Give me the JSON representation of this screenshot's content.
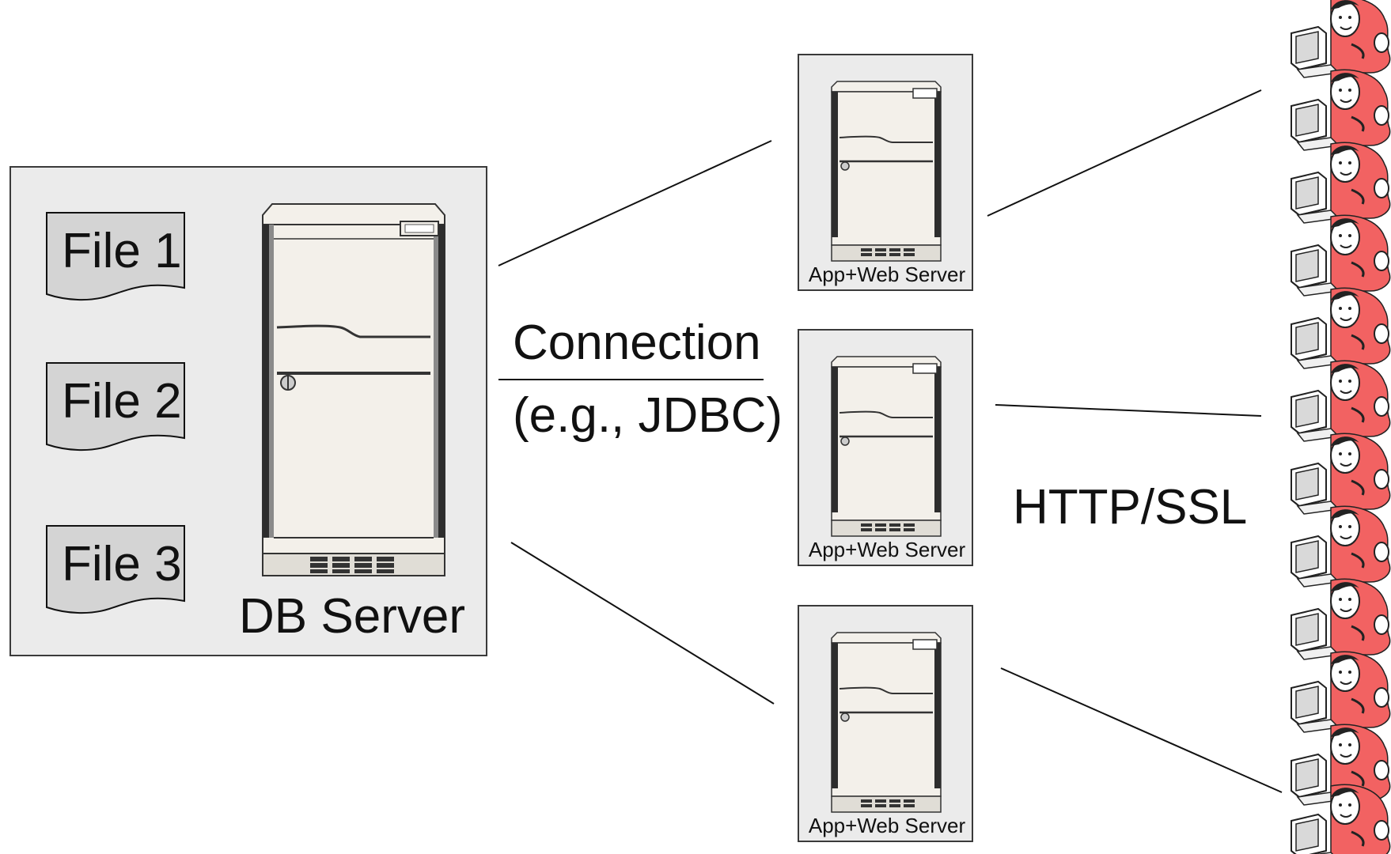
{
  "db_box": {
    "files": [
      "File 1",
      "File 2",
      "File 3"
    ],
    "server_label": "DB Server"
  },
  "connection": {
    "line1": "Connection",
    "line2": "(e.g., JDBC)"
  },
  "app_servers": [
    {
      "label": "App+Web Server"
    },
    {
      "label": "App+Web Server"
    },
    {
      "label": "App+Web Server"
    }
  ],
  "protocol_label": "HTTP/SSL",
  "colors": {
    "panel_bg": "#ebebeb",
    "server_body": "#f3f0ea",
    "client_red": "#f26262"
  },
  "icons": {
    "db_server": "server-tower-icon",
    "file": "document-icon",
    "client": "user-at-computer-icon"
  }
}
